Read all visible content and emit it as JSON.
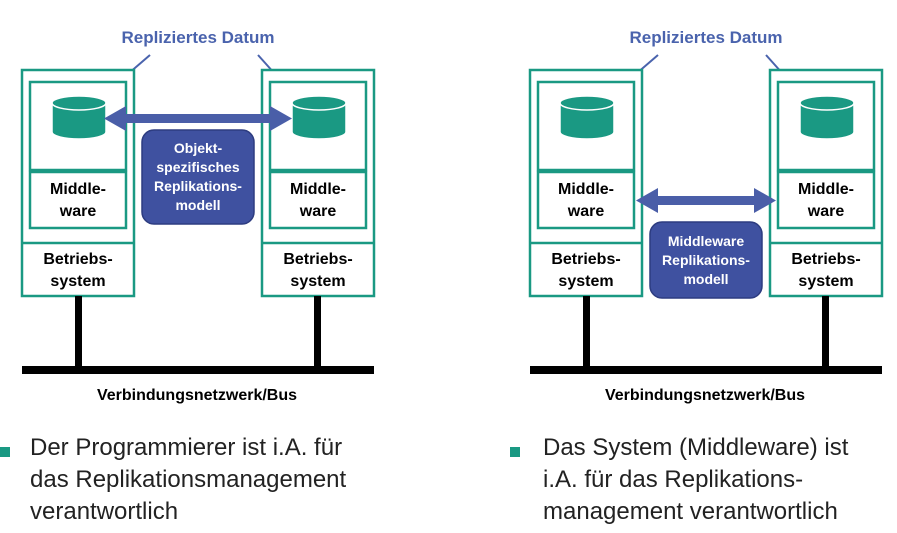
{
  "left": {
    "replicated_label": "Repliziertes Datum",
    "middleware_line1": "Middle-",
    "middleware_line2": "ware",
    "os_line1": "Betriebs-",
    "os_line2": "system",
    "model_lines": [
      "Objekt-",
      "spezifisches",
      "Replikations-",
      "modell"
    ],
    "network_label": "Verbindungsnetzwerk/Bus",
    "bullet_text": "Der Programmierer ist i.A. für\ndas Replikationsmanagement\nverantwortlich"
  },
  "right": {
    "replicated_label": "Repliziertes Datum",
    "middleware_line1": "Middle-",
    "middleware_line2": "ware",
    "os_line1": "Betriebs-",
    "os_line2": "system",
    "model_lines": [
      "Middleware",
      "Replikations-",
      "modell"
    ],
    "network_label": "Verbindungsnetzwerk/Bus",
    "bullet_text": "Das System (Middleware) ist\ni.A. für das Replikations-\nmanagement verantwortlich"
  },
  "colors": {
    "teal": "#1a9983",
    "teal_dark": "#137a68",
    "blue": "#4a5ea8",
    "blue_box": "#3f51a0",
    "label_blue": "#4a63ad",
    "black": "#000000"
  }
}
